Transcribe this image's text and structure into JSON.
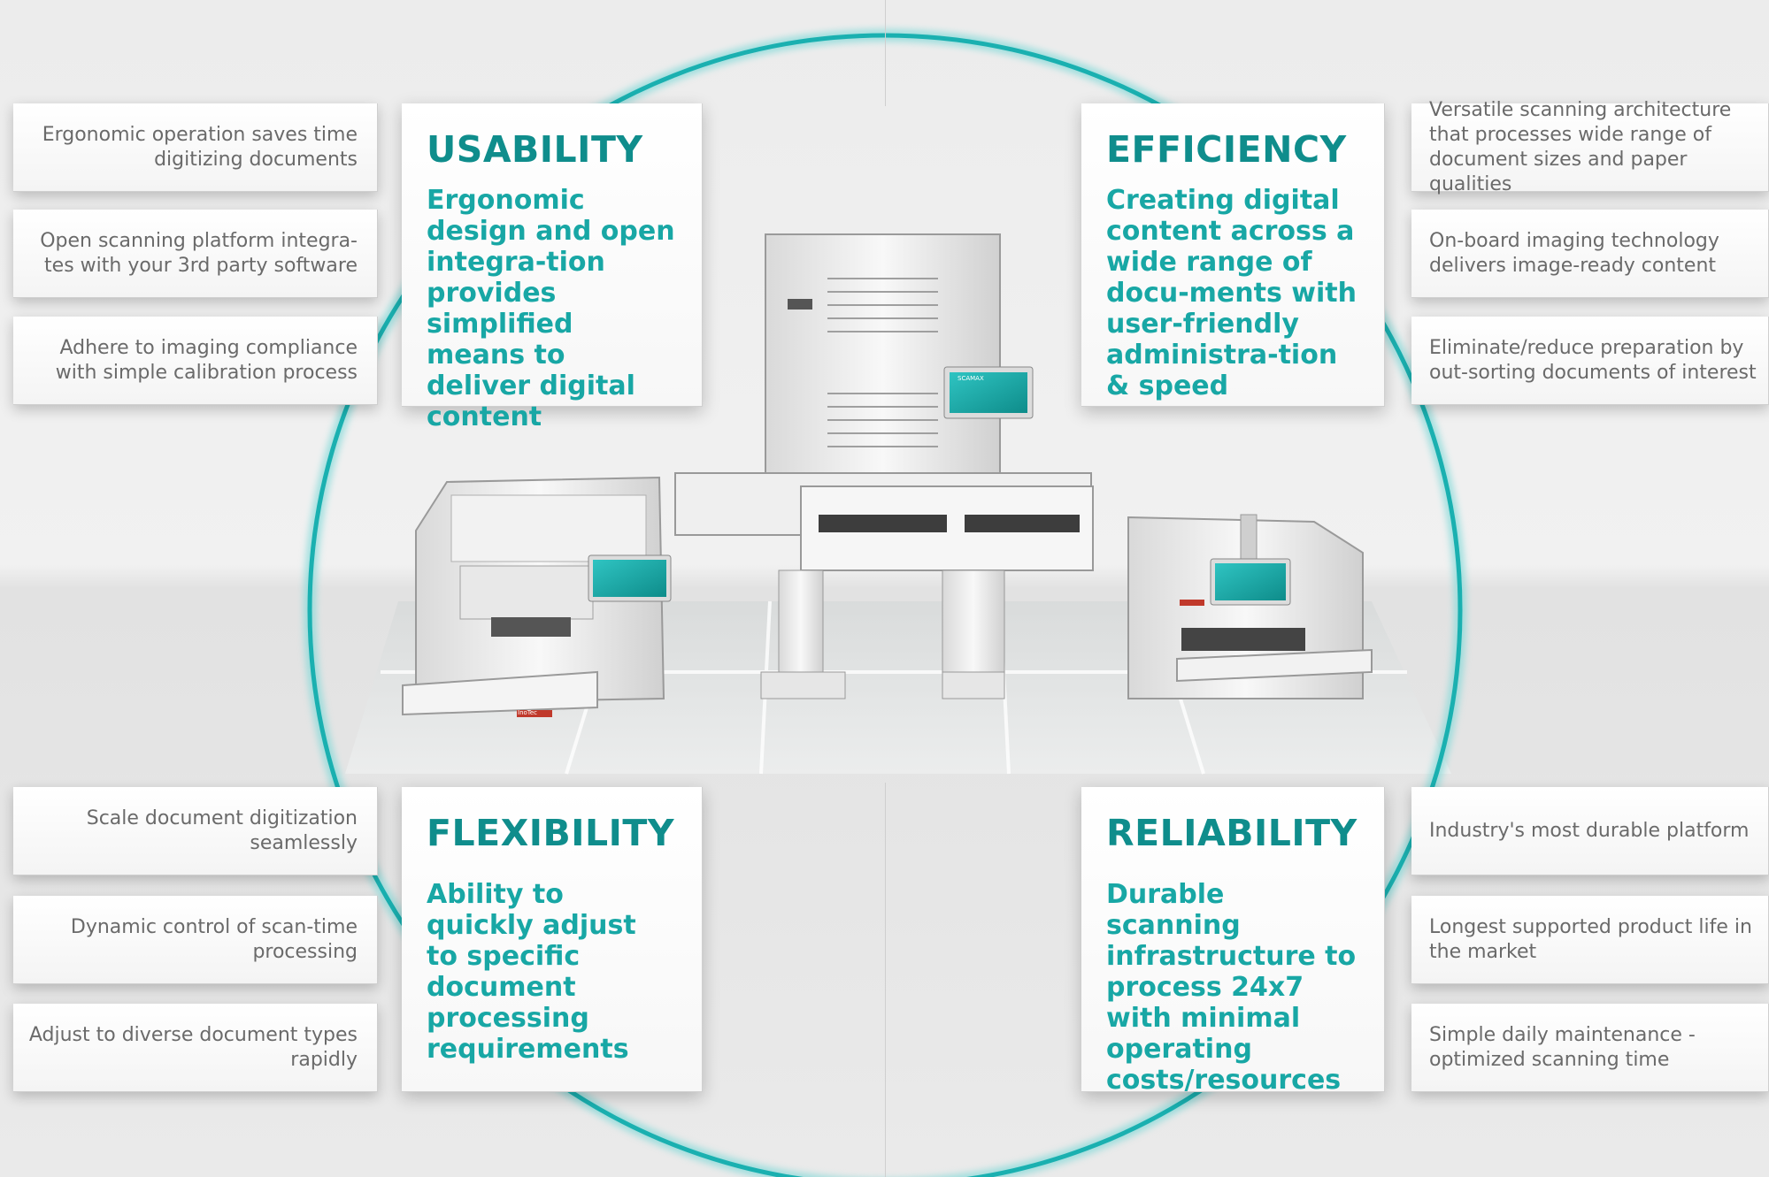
{
  "pillars": {
    "usability": {
      "title": "USABILITY",
      "desc": "Ergonomic design and open integra-tion provides simplified means to deliver digital content"
    },
    "efficiency": {
      "title": "EFFICIENCY",
      "desc": "Creating digital content across a wide range of docu-ments with user-friendly administra-tion & speed"
    },
    "flexibility": {
      "title": "FLEXIBILITY",
      "desc": "Ability to quickly adjust to specific document processing requirements"
    },
    "reliability": {
      "title": "RELIABILITY",
      "desc": "Durable scanning infrastructure to process 24x7 with minimal operating costs/resources"
    }
  },
  "features": {
    "usability": [
      "Ergonomic operation saves time digitizing documents",
      "Open scanning platform integra-tes with your 3rd party software",
      "Adhere to imaging compliance with simple calibration process"
    ],
    "efficiency": [
      "Versatile scanning architecture that processes wide range of document sizes and paper qualities",
      "On-board imaging technology delivers image-ready content",
      "Eliminate/reduce preparation by out-sorting documents of interest"
    ],
    "flexibility": [
      "Scale document digitization seamlessly",
      "Dynamic control of scan-time processing",
      "Adjust to diverse document types rapidly"
    ],
    "reliability": [
      "Industry's most durable platform",
      "Longest supported product life in the market",
      "Simple daily maintenance - optimized scanning time"
    ]
  },
  "devices": {
    "screen_label": "SCAMAX",
    "brand_label": "InoTec"
  },
  "colors": {
    "teal": "#18a7a5",
    "teal_dark": "#0f8d8c",
    "ring": "#1ab0b0",
    "feature_text": "#6a6a6a"
  }
}
